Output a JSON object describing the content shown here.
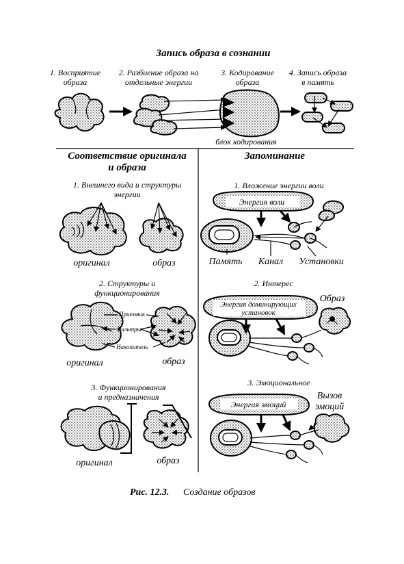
{
  "title": "Запись образа в сознании",
  "steps": [
    {
      "line1": "1. Восприятие",
      "line2": "образа"
    },
    {
      "line1": "2. Разбиение образа на",
      "line2": "отдельные энергии"
    },
    {
      "line1": "3. Кодирование",
      "line2": "образа"
    },
    {
      "line1": "4. Запись образа",
      "line2": "в память"
    }
  ],
  "coding_block": "блок кодирования",
  "left": {
    "heading1": "Соответствие оригинала",
    "heading2": "и образа",
    "p1": {
      "line1": "1. Внешнего вида и структуры",
      "line2": "энергии",
      "original": "оригинал",
      "image": "образ"
    },
    "p2": {
      "line1": "2. Структуры и",
      "line2": "функционирования",
      "receiver": "Приемник",
      "filters": "Фильтры",
      "accumulator": "Накопитель",
      "original": "оригинал",
      "image": "образ"
    },
    "p3": {
      "line1": "3. Функционирования",
      "line2": "и предназначения",
      "original": "оригинал",
      "image": "образ"
    }
  },
  "right": {
    "heading": "Запоминание",
    "p1": {
      "title": "1. Вложение энергии воли",
      "energy": "Энергия воли",
      "memory": "Память",
      "channel": "Канал",
      "settings": "Установки"
    },
    "p2": {
      "title": "2. Интерес",
      "energy1": "Энергия доминирующих",
      "energy2": "установок",
      "image": "Образ"
    },
    "p3": {
      "title": "3. Эмоциональное",
      "energy": "Энергия эмоций",
      "call1": "Вызов",
      "call2": "эмоций"
    }
  },
  "caption": {
    "label": "Рис. 12.3.",
    "text": "Создание образов"
  }
}
